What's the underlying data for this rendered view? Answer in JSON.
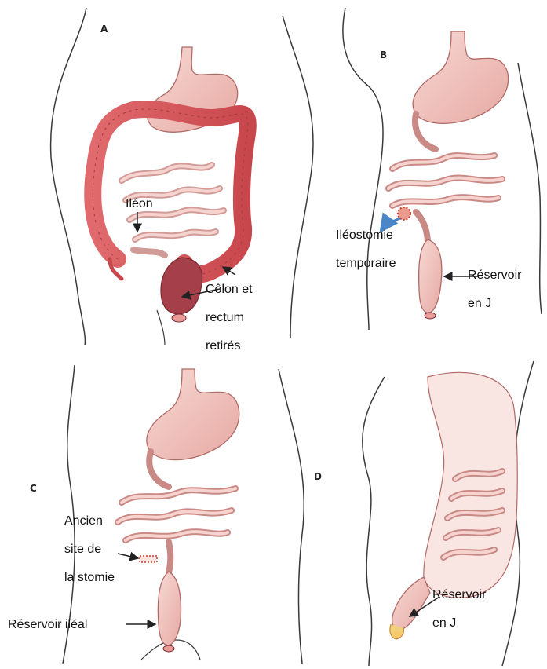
{
  "panels": [
    {
      "letter": "A",
      "labels": {
        "ileon": "Iléon",
        "colon_1": "Côlon et",
        "colon_2": "rectum",
        "colon_3": "retirés"
      }
    },
    {
      "letter": "B",
      "labels": {
        "ileo_1": "Iléostomie",
        "ileo_2": "temporaire",
        "res_1": "Réservoir",
        "res_2": "en J"
      }
    },
    {
      "letter": "C",
      "labels": {
        "anc_1": "Ancien",
        "anc_2": "site de",
        "anc_3": "la stomie",
        "res": "Réservoir iléal"
      }
    },
    {
      "letter": "D",
      "labels": {
        "res_1": "Réservoir",
        "res_2": "en J"
      }
    }
  ],
  "colors": {
    "body_outline": "#3a3a3a",
    "organ_fill": "#f2c2bd",
    "organ_stroke": "#b06a66",
    "colon_fill": "#d9555a",
    "rectum_fill": "#a5404a",
    "stoma": "#c23a2a",
    "arrow_blue": "#4a86c8"
  }
}
